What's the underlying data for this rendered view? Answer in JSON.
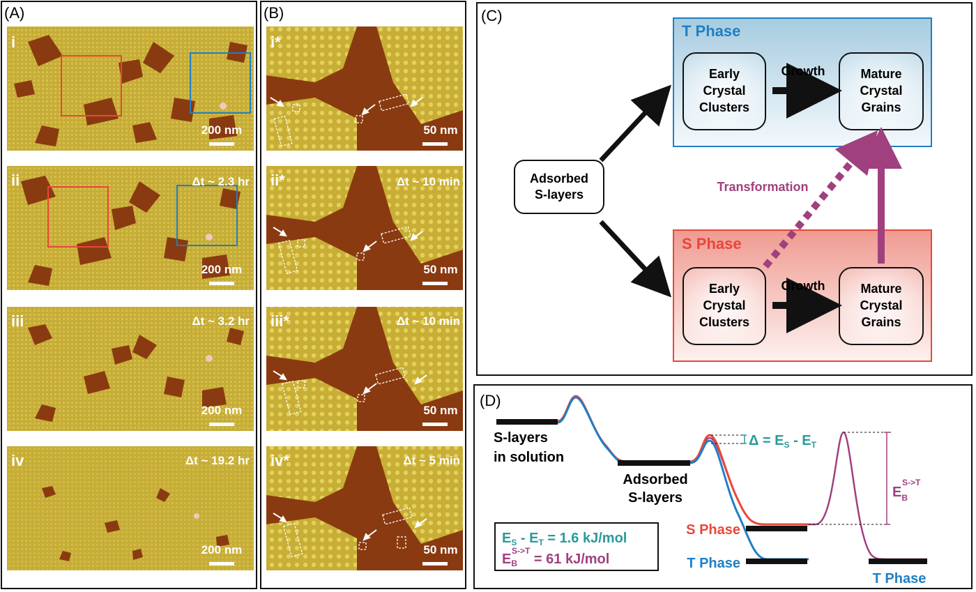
{
  "panel_labels": {
    "a": "(A)",
    "b": "(B)",
    "c": "(C)",
    "d": "(D)"
  },
  "panel_a": {
    "images": [
      {
        "label": "i",
        "time": "",
        "scale": "200 nm"
      },
      {
        "label": "ii",
        "time": "Δt ~ 2.3 hr",
        "scale": "200 nm"
      },
      {
        "label": "iii",
        "time": "Δt ~ 3.2 hr",
        "scale": "200 nm"
      },
      {
        "label": "iv",
        "time": "Δt ~ 19.2 hr",
        "scale": "200 nm"
      }
    ]
  },
  "panel_b": {
    "images": [
      {
        "label": "i*",
        "time": "",
        "scale": "50 nm"
      },
      {
        "label": "ii*",
        "time": "Δt ~ 10 min",
        "scale": "50 nm"
      },
      {
        "label": "iii*",
        "time": "Δt ~ 10 min",
        "scale": "50 nm"
      },
      {
        "label": "iv*",
        "time": "Δt ~ 5 min",
        "scale": "50 nm"
      }
    ]
  },
  "panel_c": {
    "t_phase_title": "T Phase",
    "s_phase_title": "S Phase",
    "adsorbed": [
      "Adsorbed",
      "S-layers"
    ],
    "early": [
      "Early",
      "Crystal",
      "Clusters"
    ],
    "mature": [
      "Mature",
      "Crystal",
      "Grains"
    ],
    "growth": "Growth",
    "transformation": "Transformation",
    "colors": {
      "t_phase": "#1f7fc4",
      "s_phase": "#e8473a",
      "transform": "#a0407e"
    }
  },
  "panel_d": {
    "solution": [
      "S-layers",
      "in solution"
    ],
    "adsorbed": [
      "Adsorbed",
      "S-layers"
    ],
    "s_phase": "S Phase",
    "t_phase": "T Phase",
    "t_phase_right": "T Phase",
    "delta_eq": "Δ = E",
    "delta_sub1": "S",
    "delta_mid": " - E",
    "delta_sub2": "T",
    "eb": "E",
    "eb_sub": "B",
    "eb_sup": "S->T",
    "box_line1_a": "E",
    "box_line1_sub1": "S",
    "box_line1_b": " - E",
    "box_line1_sub2": "T",
    "box_line1_c": " = 1.6 kJ/mol",
    "box_line2_a": "E",
    "box_line2_sub": "B",
    "box_line2_sup": "S->T",
    "box_line2_c": " = 61 kJ/mol",
    "colors": {
      "s_curve": "#e8473a",
      "t_curve": "#1f7fc4",
      "barrier": "#a0407e",
      "delta": "#2a9a9a"
    }
  }
}
